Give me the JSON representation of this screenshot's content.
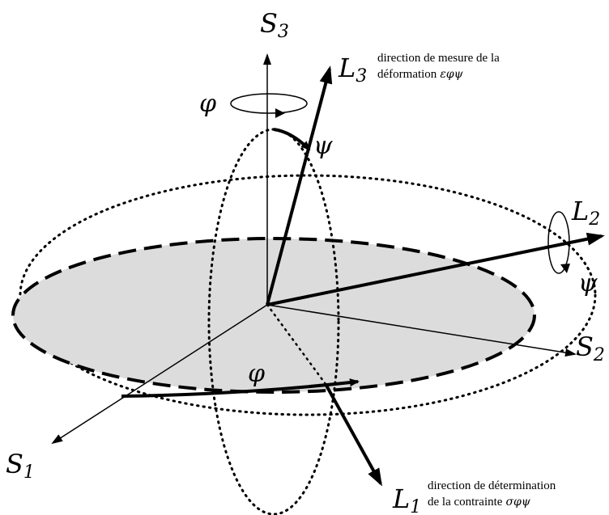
{
  "labels": {
    "s3": {
      "main": "S",
      "sub": "3"
    },
    "s1": {
      "main": "S",
      "sub": "1"
    },
    "s2": {
      "main": "S",
      "sub": "2"
    },
    "l3": {
      "main": "L",
      "sub": "3"
    },
    "l2": {
      "main": "L",
      "sub": "2"
    },
    "l1": {
      "main": "L",
      "sub": "1"
    }
  },
  "greek": {
    "phi_top": "φ",
    "psi_top": "ψ",
    "psi_right": "ψ",
    "phi_bottom": "φ"
  },
  "notes": {
    "l3_line1": "direction de mesure de la",
    "l3_line2": "déformation",
    "l3_symbol": "εφψ",
    "l1_line1": "direction de détermination",
    "l1_line2": "de la contrainte",
    "l1_symbol": "σφψ"
  },
  "colors": {
    "plane_fill": "#dcdcdc",
    "stroke": "#000000"
  }
}
